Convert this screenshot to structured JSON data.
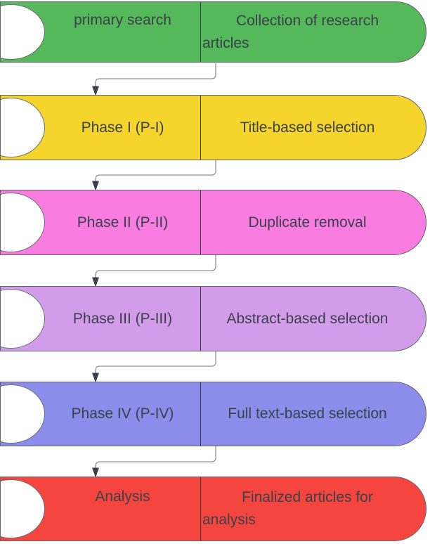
{
  "diagram": {
    "type": "flowchart",
    "direction": "top-to-bottom",
    "step_count": 6,
    "text_color": "#3A414B",
    "border_color": "#63676E"
  },
  "rows": [
    {
      "label": "primary search",
      "description": "Collection of research articles",
      "lines": [
        "Collection of research",
        "articles"
      ],
      "color": "#55B85A"
    },
    {
      "label": "Phase I (P-I)",
      "description": "Title-based selection",
      "lines": [
        "Title-based selection"
      ],
      "color": "#F5D42C"
    },
    {
      "label": "Phase II (P-II)",
      "description": "Duplicate removal",
      "lines": [
        "Duplicate removal"
      ],
      "color": "#F97CE0"
    },
    {
      "label": "Phase III (P-III)",
      "description": "Abstract-based selection",
      "lines": [
        "Abstract-based selection"
      ],
      "color": "#D39CEB"
    },
    {
      "label": "Phase IV (P-IV)",
      "description": "Full text-based selection",
      "lines": [
        "Full text-based selection"
      ],
      "color": "#8C8CEA"
    },
    {
      "label": "Analysis",
      "description": "Finalized articles for analysis",
      "lines": [
        "Finalized articles for",
        "analysis"
      ],
      "color": "#F4463E"
    }
  ],
  "connector": {
    "count": 5,
    "line_color": "#8E939B",
    "arrow_color": "#3A4049"
  }
}
